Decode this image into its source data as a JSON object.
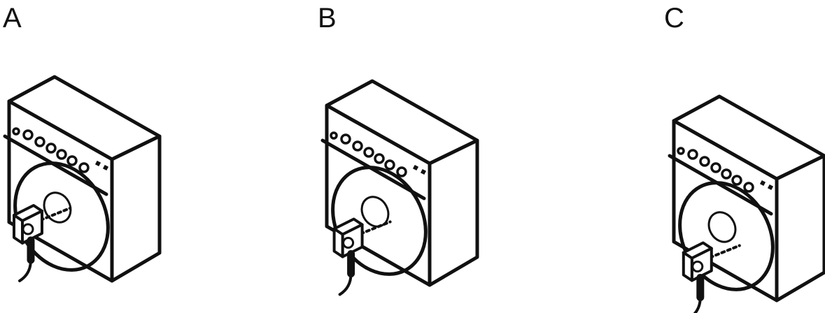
{
  "panels": [
    {
      "label": "A",
      "sensor_offset": 0.0
    },
    {
      "label": "B",
      "sensor_offset": 0.45
    },
    {
      "label": "C",
      "sensor_offset": 0.85
    }
  ],
  "colors": {
    "stroke": "#111111",
    "fill": "#ffffff"
  }
}
